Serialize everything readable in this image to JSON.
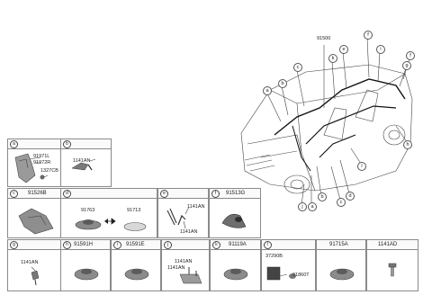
{
  "main_part_number": "91500",
  "callouts": [
    "a",
    "b",
    "c",
    "d",
    "e",
    "f",
    "g",
    "h",
    "i",
    "j",
    "k",
    "l"
  ],
  "cells": {
    "a": {
      "letter": "a",
      "parts": [
        "91971L",
        "91972R",
        "1327CB"
      ]
    },
    "b": {
      "letter": "b",
      "parts": [
        "1141AN"
      ]
    },
    "c": {
      "letter": "c",
      "header": "91526B"
    },
    "d": {
      "letter": "d",
      "parts": [
        "91763",
        "91713"
      ]
    },
    "e": {
      "letter": "e",
      "parts": [
        "1141AN",
        "1141AN"
      ]
    },
    "f": {
      "letter": "f",
      "header": "91513G"
    },
    "g": {
      "letter": "g",
      "parts": [
        "1141AN"
      ]
    },
    "h": {
      "letter": "h",
      "header": "91591H"
    },
    "i": {
      "letter": "i",
      "header": "91591E"
    },
    "j": {
      "letter": "j",
      "parts": [
        "1141AN",
        "1141AN"
      ]
    },
    "k": {
      "letter": "k",
      "header": "91119A"
    },
    "l": {
      "letter": "l",
      "parts": [
        "37290B",
        "91860T"
      ]
    },
    "m": {
      "header": "91715A"
    },
    "n": {
      "header": "1141AD"
    }
  }
}
